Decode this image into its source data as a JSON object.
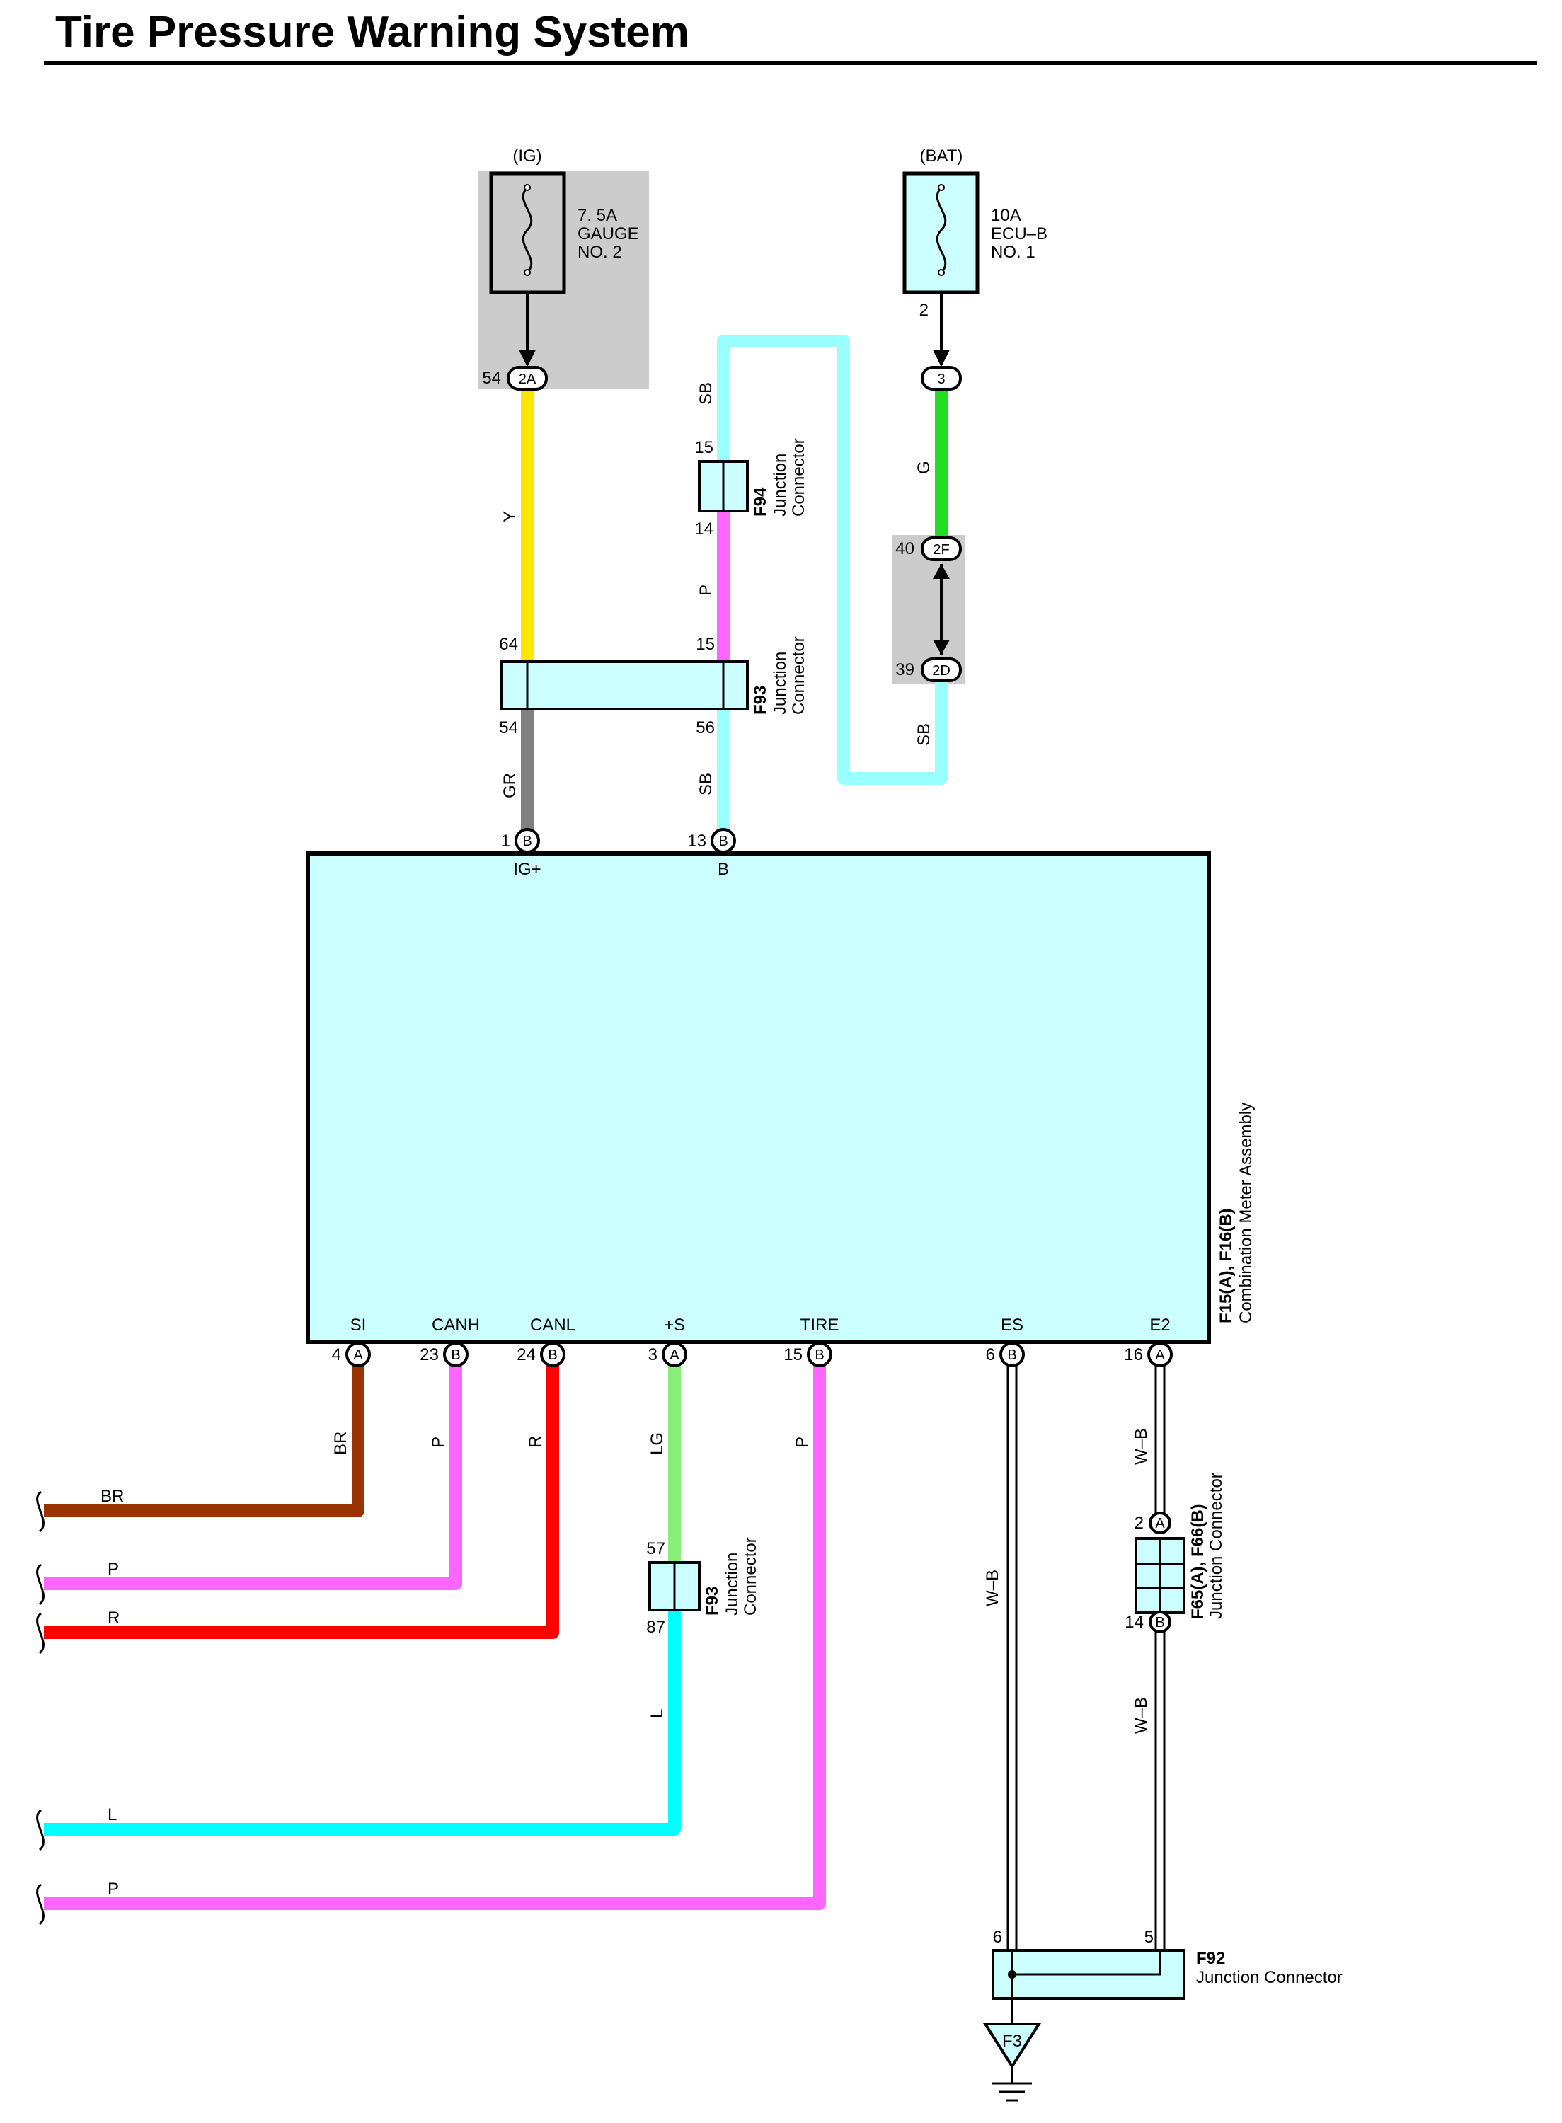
{
  "title": "Tire Pressure Warning System",
  "fuses": {
    "ig": {
      "supply": "(IG)",
      "rating": "7. 5A",
      "name1": "GAUGE",
      "name2": "NO. 2"
    },
    "bat": {
      "supply": "(BAT)",
      "rating": "10A",
      "name1": "ECU–B",
      "name2": "NO. 1"
    }
  },
  "connectors": {
    "ig_out_num": "54",
    "ig_out_pin": "2A",
    "bat_fuse_pin": "2",
    "bat_out_pin": "3",
    "c2f_num": "40",
    "c2f_pin": "2F",
    "c2d_num": "39",
    "c2d_pin": "2D"
  },
  "junctions": {
    "f94": {
      "id": "F94",
      "l1": "Junction",
      "l2": "Connector",
      "pin_top": "15",
      "pin_bot": "14"
    },
    "f93_top": {
      "id": "F93",
      "l1": "Junction",
      "l2": "Connector",
      "pin_a_top": "64",
      "pin_b_top": "15",
      "pin_a_bot": "54",
      "pin_b_bot": "56"
    },
    "f93_low": {
      "id": "F93",
      "l1": "Junction",
      "l2": "Connector",
      "pin_top": "57",
      "pin_bot": "87"
    },
    "f65": {
      "id": "F65(A), F66(B)",
      "l1": "Junction Connector",
      "pin_top_num": "2",
      "pin_top": "A",
      "pin_bot_num": "14",
      "pin_bot": "B"
    },
    "f92": {
      "id": "F92",
      "l1": "Junction Connector",
      "pin_left": "6",
      "pin_right": "5"
    }
  },
  "wire_labels": {
    "y": "Y",
    "sb_top": "SB",
    "p_f94": "P",
    "g": "G",
    "sb_right": "SB",
    "gr": "GR",
    "sb_mid": "SB",
    "br": "BR",
    "p_canh": "P",
    "r_canl": "R",
    "lg": "LG",
    "p_tire": "P",
    "wb_es": "W–B",
    "wb_e2_top": "W–B",
    "wb_e2_bot": "W–B",
    "l_vert": "L",
    "left_br": "BR",
    "left_p1": "P",
    "left_r": "R",
    "left_l": "L",
    "left_p2": "P"
  },
  "meter": {
    "id": "F15(A), F16(B)",
    "name": "Combination Meter Assembly",
    "top_pins": [
      {
        "num": "1",
        "conn": "B",
        "label": "IG+"
      },
      {
        "num": "13",
        "conn": "B",
        "label": "B"
      }
    ],
    "bottom_pins": [
      {
        "num": "4",
        "conn": "A",
        "label": "SI"
      },
      {
        "num": "23",
        "conn": "B",
        "label": "CANH"
      },
      {
        "num": "24",
        "conn": "B",
        "label": "CANL"
      },
      {
        "num": "3",
        "conn": "A",
        "label": "+S"
      },
      {
        "num": "15",
        "conn": "B",
        "label": "TIRE"
      },
      {
        "num": "6",
        "conn": "B",
        "label": "ES"
      },
      {
        "num": "16",
        "conn": "A",
        "label": "E2"
      }
    ]
  },
  "ground": {
    "label": "F3"
  },
  "colors": {
    "yellow": "#ffe600",
    "sky": "#99ffff",
    "pink": "#ff66ff",
    "green": "#22dd22",
    "gray": "#808080",
    "brown": "#993300",
    "red": "#ff0000",
    "lime": "#88ee77",
    "cyan": "#00ffff",
    "box_fill": "#ccffff",
    "gray_zone": "#cccccc"
  }
}
